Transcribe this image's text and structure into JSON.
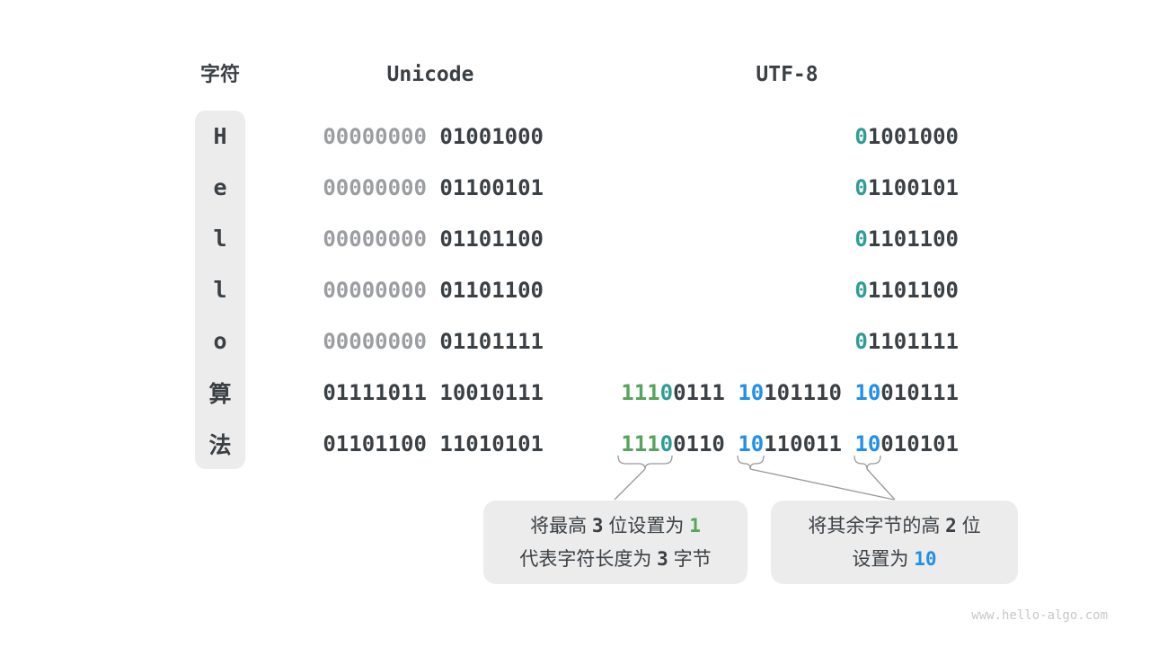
{
  "colors": {
    "dark": "#3b4045",
    "muted": "#9b9da0",
    "teal": "#2e9d94",
    "green": "#57a45c",
    "blue": "#2190ea",
    "panel": "#ececec",
    "line": "#999999",
    "watermark": "#c8c8c8"
  },
  "headers": {
    "char": "字符",
    "unicode": "Unicode",
    "utf8": "UTF-8"
  },
  "rows": [
    {
      "char": "H",
      "unicode": [
        {
          "text": "00000000",
          "color": "muted"
        },
        {
          "text": " "
        },
        {
          "text": "01001000",
          "color": "dark"
        }
      ],
      "utf8": [
        {
          "text": "0",
          "color": "teal"
        },
        {
          "text": "1001000",
          "color": "dark"
        }
      ]
    },
    {
      "char": "e",
      "unicode": [
        {
          "text": "00000000",
          "color": "muted"
        },
        {
          "text": " "
        },
        {
          "text": "01100101",
          "color": "dark"
        }
      ],
      "utf8": [
        {
          "text": "0",
          "color": "teal"
        },
        {
          "text": "1100101",
          "color": "dark"
        }
      ]
    },
    {
      "char": "l",
      "unicode": [
        {
          "text": "00000000",
          "color": "muted"
        },
        {
          "text": " "
        },
        {
          "text": "01101100",
          "color": "dark"
        }
      ],
      "utf8": [
        {
          "text": "0",
          "color": "teal"
        },
        {
          "text": "1101100",
          "color": "dark"
        }
      ]
    },
    {
      "char": "l",
      "unicode": [
        {
          "text": "00000000",
          "color": "muted"
        },
        {
          "text": " "
        },
        {
          "text": "01101100",
          "color": "dark"
        }
      ],
      "utf8": [
        {
          "text": "0",
          "color": "teal"
        },
        {
          "text": "1101100",
          "color": "dark"
        }
      ]
    },
    {
      "char": "o",
      "unicode": [
        {
          "text": "00000000",
          "color": "muted"
        },
        {
          "text": " "
        },
        {
          "text": "01101111",
          "color": "dark"
        }
      ],
      "utf8": [
        {
          "text": "0",
          "color": "teal"
        },
        {
          "text": "1101111",
          "color": "dark"
        }
      ]
    },
    {
      "char": "算",
      "unicode": [
        {
          "text": "01111011",
          "color": "dark"
        },
        {
          "text": " "
        },
        {
          "text": "10010111",
          "color": "dark"
        }
      ],
      "utf8": [
        {
          "text": "111",
          "color": "green"
        },
        {
          "text": "0",
          "color": "teal"
        },
        {
          "text": "0111",
          "color": "dark"
        },
        {
          "text": " "
        },
        {
          "text": "10",
          "color": "blue"
        },
        {
          "text": "101110",
          "color": "dark"
        },
        {
          "text": " "
        },
        {
          "text": "10",
          "color": "blue"
        },
        {
          "text": "010111",
          "color": "dark"
        }
      ]
    },
    {
      "char": "法",
      "unicode": [
        {
          "text": "01101100",
          "color": "dark"
        },
        {
          "text": " "
        },
        {
          "text": "11010101",
          "color": "dark"
        }
      ],
      "utf8": [
        {
          "text": "111",
          "color": "green"
        },
        {
          "text": "0",
          "color": "teal"
        },
        {
          "text": "0110",
          "color": "dark"
        },
        {
          "text": " "
        },
        {
          "text": "10",
          "color": "blue"
        },
        {
          "text": "110011",
          "color": "dark"
        },
        {
          "text": " "
        },
        {
          "text": "10",
          "color": "blue"
        },
        {
          "text": "010101",
          "color": "dark"
        }
      ]
    }
  ],
  "callouts": [
    {
      "name": "leading-bits",
      "lines": [
        [
          {
            "text": "将最高 "
          },
          {
            "text": "3",
            "mono": true
          },
          {
            "text": " 位设置为 "
          },
          {
            "text": "1",
            "mono": true,
            "color": "green"
          }
        ],
        [
          {
            "text": "代表字符长度为 "
          },
          {
            "text": "3",
            "mono": true
          },
          {
            "text": " 字节"
          }
        ]
      ]
    },
    {
      "name": "continuation-bits",
      "lines": [
        [
          {
            "text": "将其余字节的高 "
          },
          {
            "text": "2",
            "mono": true
          },
          {
            "text": " 位"
          }
        ],
        [
          {
            "text": "设置为 "
          },
          {
            "text": "10",
            "mono": true,
            "color": "blue"
          }
        ]
      ]
    }
  ],
  "watermark": "www.hello-algo.com"
}
